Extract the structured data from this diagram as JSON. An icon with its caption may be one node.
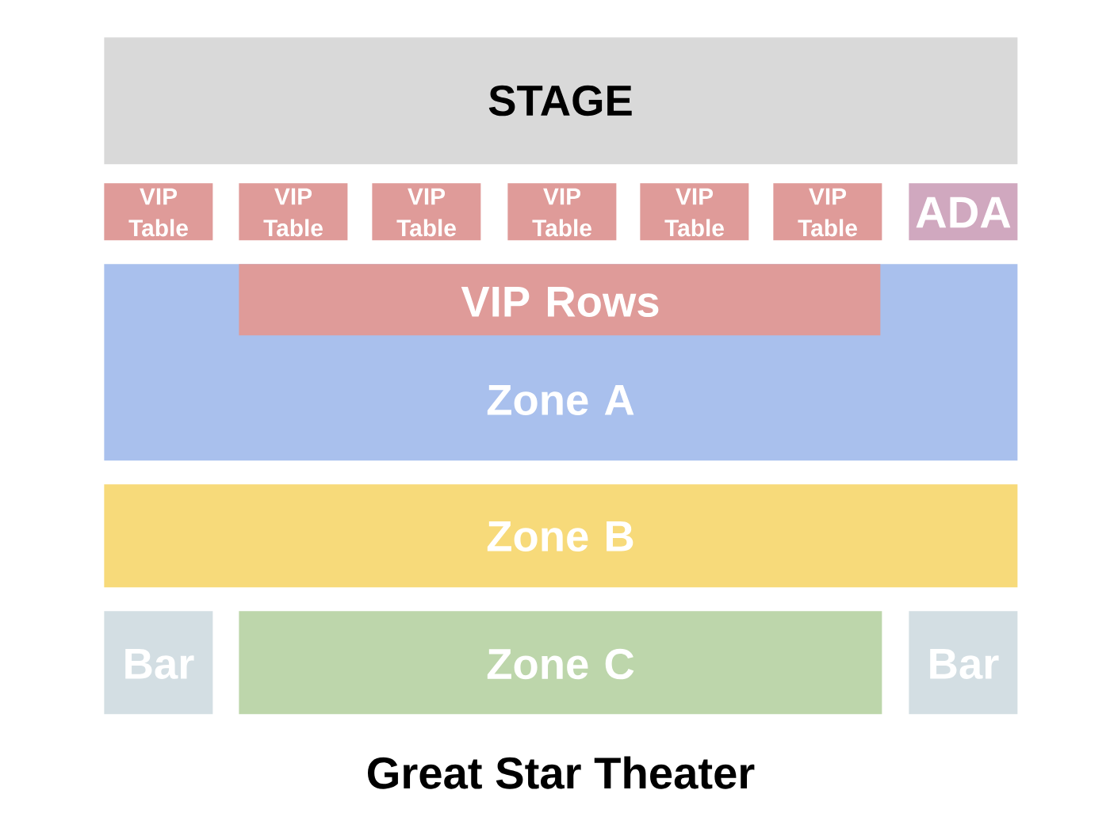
{
  "diagram": {
    "title": "Great Star Theater",
    "nodes": [
      {
        "text": [
          "STAGE"
        ]
      },
      {
        "text": [
          "VIP Table"
        ]
      },
      {
        "text": [
          "VIP Table"
        ]
      },
      {
        "text": [
          "VIP Table"
        ]
      },
      {
        "text": [
          "VIP Table"
        ]
      },
      {
        "text": [
          "VIP Table"
        ]
      },
      {
        "text": [
          "VIP Table"
        ]
      },
      {
        "text": [
          "ADA"
        ]
      },
      {
        "text": [
          "Zone A"
        ]
      },
      {
        "text": [
          "VIP Rows"
        ],
        "in": 8
      },
      {
        "text": [
          "Zone B"
        ]
      },
      {
        "text": [
          "Bar"
        ]
      },
      {
        "text": [
          "Zone C"
        ]
      },
      {
        "text": [
          "Bar"
        ]
      }
    ]
  }
}
